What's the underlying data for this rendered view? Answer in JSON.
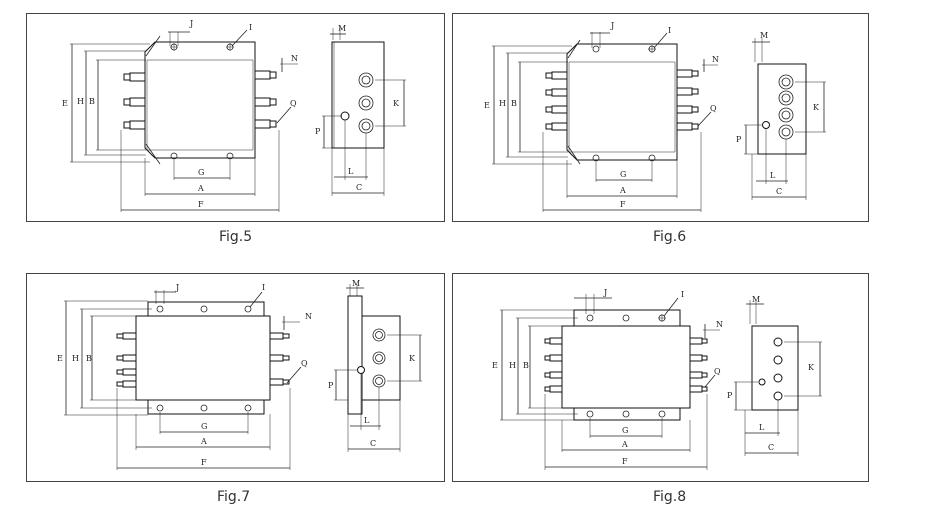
{
  "figures": [
    {
      "id": "fig5",
      "caption": "Fig.5",
      "dims": {
        "J": "J",
        "I": "I",
        "N": "N",
        "Q": "Q",
        "E": "E",
        "H": "H",
        "B": "B",
        "G": "G",
        "A": "A",
        "F": "F",
        "M": "M",
        "K": "K",
        "P": "P",
        "L": "L",
        "C": "C"
      }
    },
    {
      "id": "fig6",
      "caption": "Fig.6",
      "dims": {
        "J": "J",
        "I": "I",
        "N": "N",
        "Q": "Q",
        "E": "E",
        "H": "H",
        "B": "B",
        "G": "G",
        "A": "A",
        "F": "F",
        "M": "M",
        "K": "K",
        "P": "P",
        "L": "L",
        "C": "C"
      }
    },
    {
      "id": "fig7",
      "caption": "Fig.7",
      "dims": {
        "J": "J",
        "I": "I",
        "N": "N",
        "Q": "Q",
        "E": "E",
        "H": "H",
        "B": "B",
        "G": "G",
        "A": "A",
        "F": "F",
        "M": "M",
        "K": "K",
        "P": "P",
        "L": "L",
        "C": "C"
      }
    },
    {
      "id": "fig8",
      "caption": "Fig.8",
      "dims": {
        "J": "J",
        "I": "I",
        "N": "N",
        "Q": "Q",
        "E": "E",
        "H": "H",
        "B": "B",
        "G": "G",
        "A": "A",
        "F": "F",
        "M": "M",
        "K": "K",
        "P": "P",
        "L": "L",
        "C": "C"
      }
    }
  ]
}
